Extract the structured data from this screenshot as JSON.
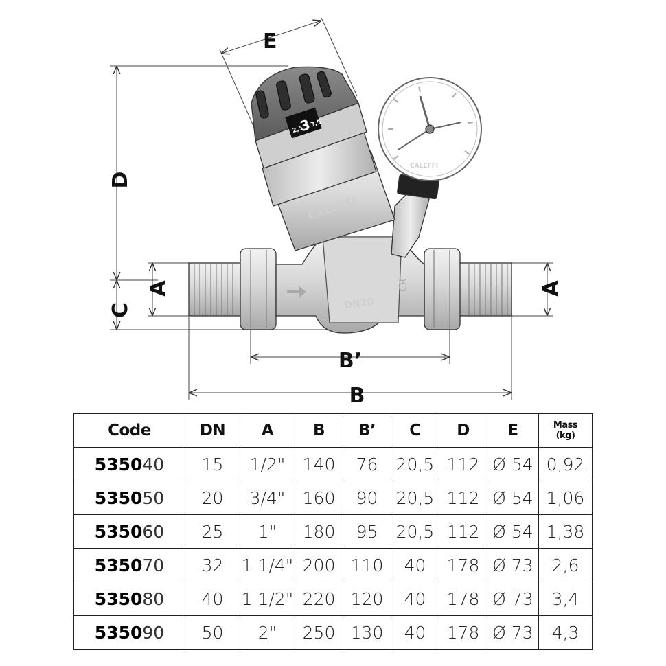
{
  "drawing": {
    "dimension_labels": {
      "E": "E",
      "D": "D",
      "A_left": "A",
      "A_right": "A",
      "C": "C",
      "B_prime": "B’",
      "B": "B"
    },
    "valve": {
      "brand": "CALEFFI",
      "body_marking": "DN20",
      "dial_values": {
        "low": "2,5",
        "set": "3",
        "high": "3,5"
      },
      "gauge_brand": "CALEFFI"
    }
  },
  "table": {
    "headers": {
      "code": "Code",
      "dn": "DN",
      "a": "A",
      "b": "B",
      "b_prime": "B’",
      "c": "C",
      "d": "D",
      "e": "E",
      "mass_line1": "Mass",
      "mass_line2": "(kg)"
    },
    "rows": [
      {
        "code_prefix": "5350",
        "code_suffix": "40",
        "dn": "15",
        "a": "1/2\"",
        "b": "140",
        "b_prime": "76",
        "c": "20,5",
        "d": "112",
        "e": "Ø 54",
        "mass": "0,92"
      },
      {
        "code_prefix": "5350",
        "code_suffix": "50",
        "dn": "20",
        "a": "3/4\"",
        "b": "160",
        "b_prime": "90",
        "c": "20,5",
        "d": "112",
        "e": "Ø 54",
        "mass": "1,06"
      },
      {
        "code_prefix": "5350",
        "code_suffix": "60",
        "dn": "25",
        "a": "1\"",
        "b": "180",
        "b_prime": "95",
        "c": "20,5",
        "d": "112",
        "e": "Ø 54",
        "mass": "1,38"
      },
      {
        "code_prefix": "5350",
        "code_suffix": "70",
        "dn": "32",
        "a": "1 1/4\"",
        "b": "200",
        "b_prime": "110",
        "c": "40",
        "d": "178",
        "e": "Ø 73",
        "mass": "2,6"
      },
      {
        "code_prefix": "5350",
        "code_suffix": "80",
        "dn": "40",
        "a": "1 1/2\"",
        "b": "220",
        "b_prime": "120",
        "c": "40",
        "d": "178",
        "e": "Ø 73",
        "mass": "3,4"
      },
      {
        "code_prefix": "5350",
        "code_suffix": "90",
        "dn": "50",
        "a": "2\"",
        "b": "250",
        "b_prime": "130",
        "c": "40",
        "d": "178",
        "e": "Ø 73",
        "mass": "4,3"
      }
    ]
  }
}
